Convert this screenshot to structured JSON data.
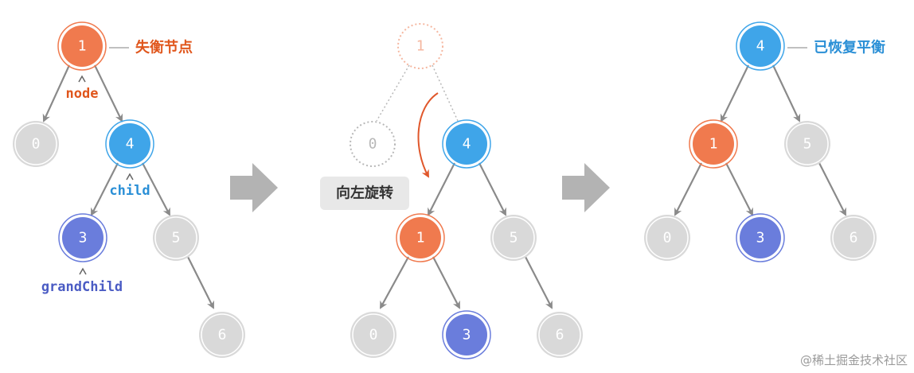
{
  "colors": {
    "unbalanced": "#f07a4e",
    "child": "#3fa5e9",
    "grandchild": "#6a7ddc",
    "neutral": "#d9d9d9",
    "edge": "#8a8a8a",
    "rotation_arrow": "#e0572b",
    "ghost": "#f5b7a0",
    "ghost_gray": "#b8b8b8",
    "step_arrow": "#b3b3b3",
    "label_orange": "#e0561c",
    "label_blue": "#2a8fd6",
    "label_purple": "#4b5cc4"
  },
  "panel1": {
    "nodes": {
      "n1": "1",
      "n0": "0",
      "n4": "4",
      "n3": "3",
      "n5": "5",
      "n6": "6"
    },
    "annotation_unbalanced": "失衡节点",
    "label_node": "node",
    "label_child": "child",
    "label_grandchild": "grandChild"
  },
  "panel2": {
    "nodes": {
      "ghost1": "1",
      "ghost0": "0",
      "n4": "4",
      "n1": "1",
      "n5": "5",
      "n0": "0",
      "n3": "3",
      "n6": "6"
    },
    "rotate_label": "向左旋转"
  },
  "panel3": {
    "nodes": {
      "n4": "4",
      "n1": "1",
      "n5": "5",
      "n0": "0",
      "n3": "3",
      "n6": "6"
    },
    "annotation_balanced": "已恢复平衡"
  },
  "watermark": "@稀土掘金技术社区"
}
